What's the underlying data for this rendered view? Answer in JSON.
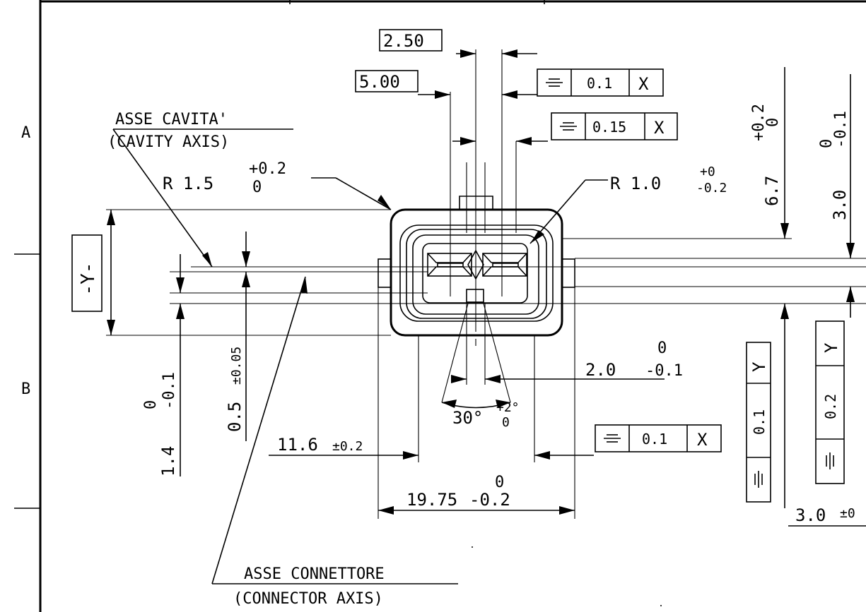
{
  "zone_labels": {
    "a": "A",
    "b": "B"
  },
  "axis_labels": {
    "cavity_axis_it": "ASSE CAVITA'",
    "cavity_axis_en": "(CAVITY AXIS)",
    "connector_axis_it": "ASSE CONNETTORE",
    "connector_axis_en": "(CONNECTOR AXIS)"
  },
  "datum_y": "-Y-",
  "dims": {
    "pitch_2_50": "2.50",
    "pitch_5_00": "5.00",
    "r15_main": "R 1.5",
    "r15_upper": "+0.2",
    "r15_lower": "0",
    "r10_main": "R 1.0",
    "r10_upper": "+0",
    "r10_lower": "-0.2",
    "d67_main": "6.7",
    "d67_upper": "+0.2",
    "d67_lower": "0",
    "d30_main": "3.0",
    "d30_upper": "0",
    "d30_lower": "-0.1",
    "d14_main": "1.4",
    "d14_upper": "0",
    "d14_lower": "-0.1",
    "d05_main": "0.5",
    "d05_tol": "±0.05",
    "d20_main": "2.0",
    "d20_upper": "0",
    "d20_lower": "-0.1",
    "angle_main": "30°",
    "angle_upper": "+2°",
    "angle_lower": "0",
    "d116_main": "11.6",
    "d116_tol": "±0.2",
    "d1975_main": "19.75",
    "d1975_upper": "0",
    "d1975_lower": "-0.2",
    "d30b_main": "3.0",
    "d30b_tol": "±0"
  },
  "tolerance_frames": {
    "fcf1": {
      "value": "0.1",
      "datum": "X"
    },
    "fcf2": {
      "value": "0.15",
      "datum": "X"
    },
    "fcf3": {
      "value": "0.1",
      "datum": "X"
    },
    "fcf4": {
      "value": "0.1",
      "datum": "Y"
    },
    "fcf5": {
      "value": "0.2",
      "datum": "Y"
    }
  }
}
